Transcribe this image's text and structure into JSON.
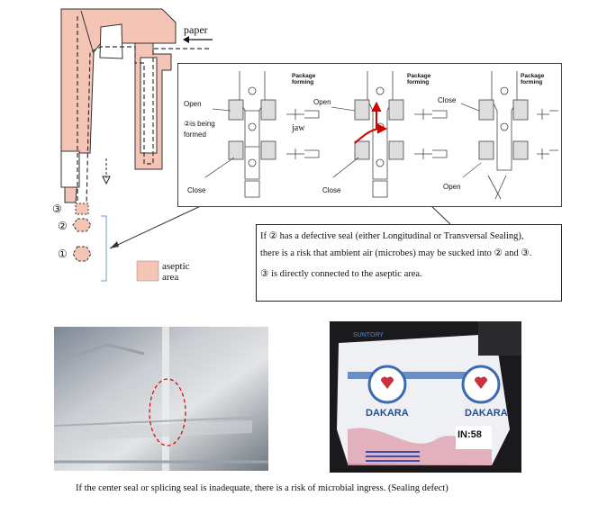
{
  "labels": {
    "paper": "paper",
    "circle1": "①",
    "circle2": "②",
    "circle3": "③",
    "legend_line1": "aseptic",
    "legend_line2": "area"
  },
  "inset": {
    "package_forming_1": "Package forming",
    "package_forming_2": "Package forming",
    "package_forming_3": "Package forming",
    "open_1": "Open",
    "is_being": "②is being",
    "formed": "formed",
    "jaw": "jaw",
    "close_1": "Close",
    "open_2": "Open",
    "close_2": "Close",
    "close_3": "Close",
    "open_3": "Open"
  },
  "note": {
    "line1": "If ② has a defective seal (either Longitudinal or Transversal Sealing),",
    "line2": "there is a risk that ambient air (microbes) may be sucked into ② and ③.",
    "line3": "③ is directly connected to the aseptic area."
  },
  "photo_right": {
    "brand": "SUNTORY",
    "product": "DAKARA",
    "product_2": "DAKARA",
    "stamp": "IN:58"
  },
  "caption": "If the center seal or splicing seal is inadequate, there is a risk of microbial ingress. (Sealing defect)",
  "colors": {
    "aseptic_fill": "#f4c4b4",
    "outline": "#333333",
    "bracket": "#6a9ed8",
    "highlight_red": "#d40000",
    "seal_red": "#cc3344"
  }
}
